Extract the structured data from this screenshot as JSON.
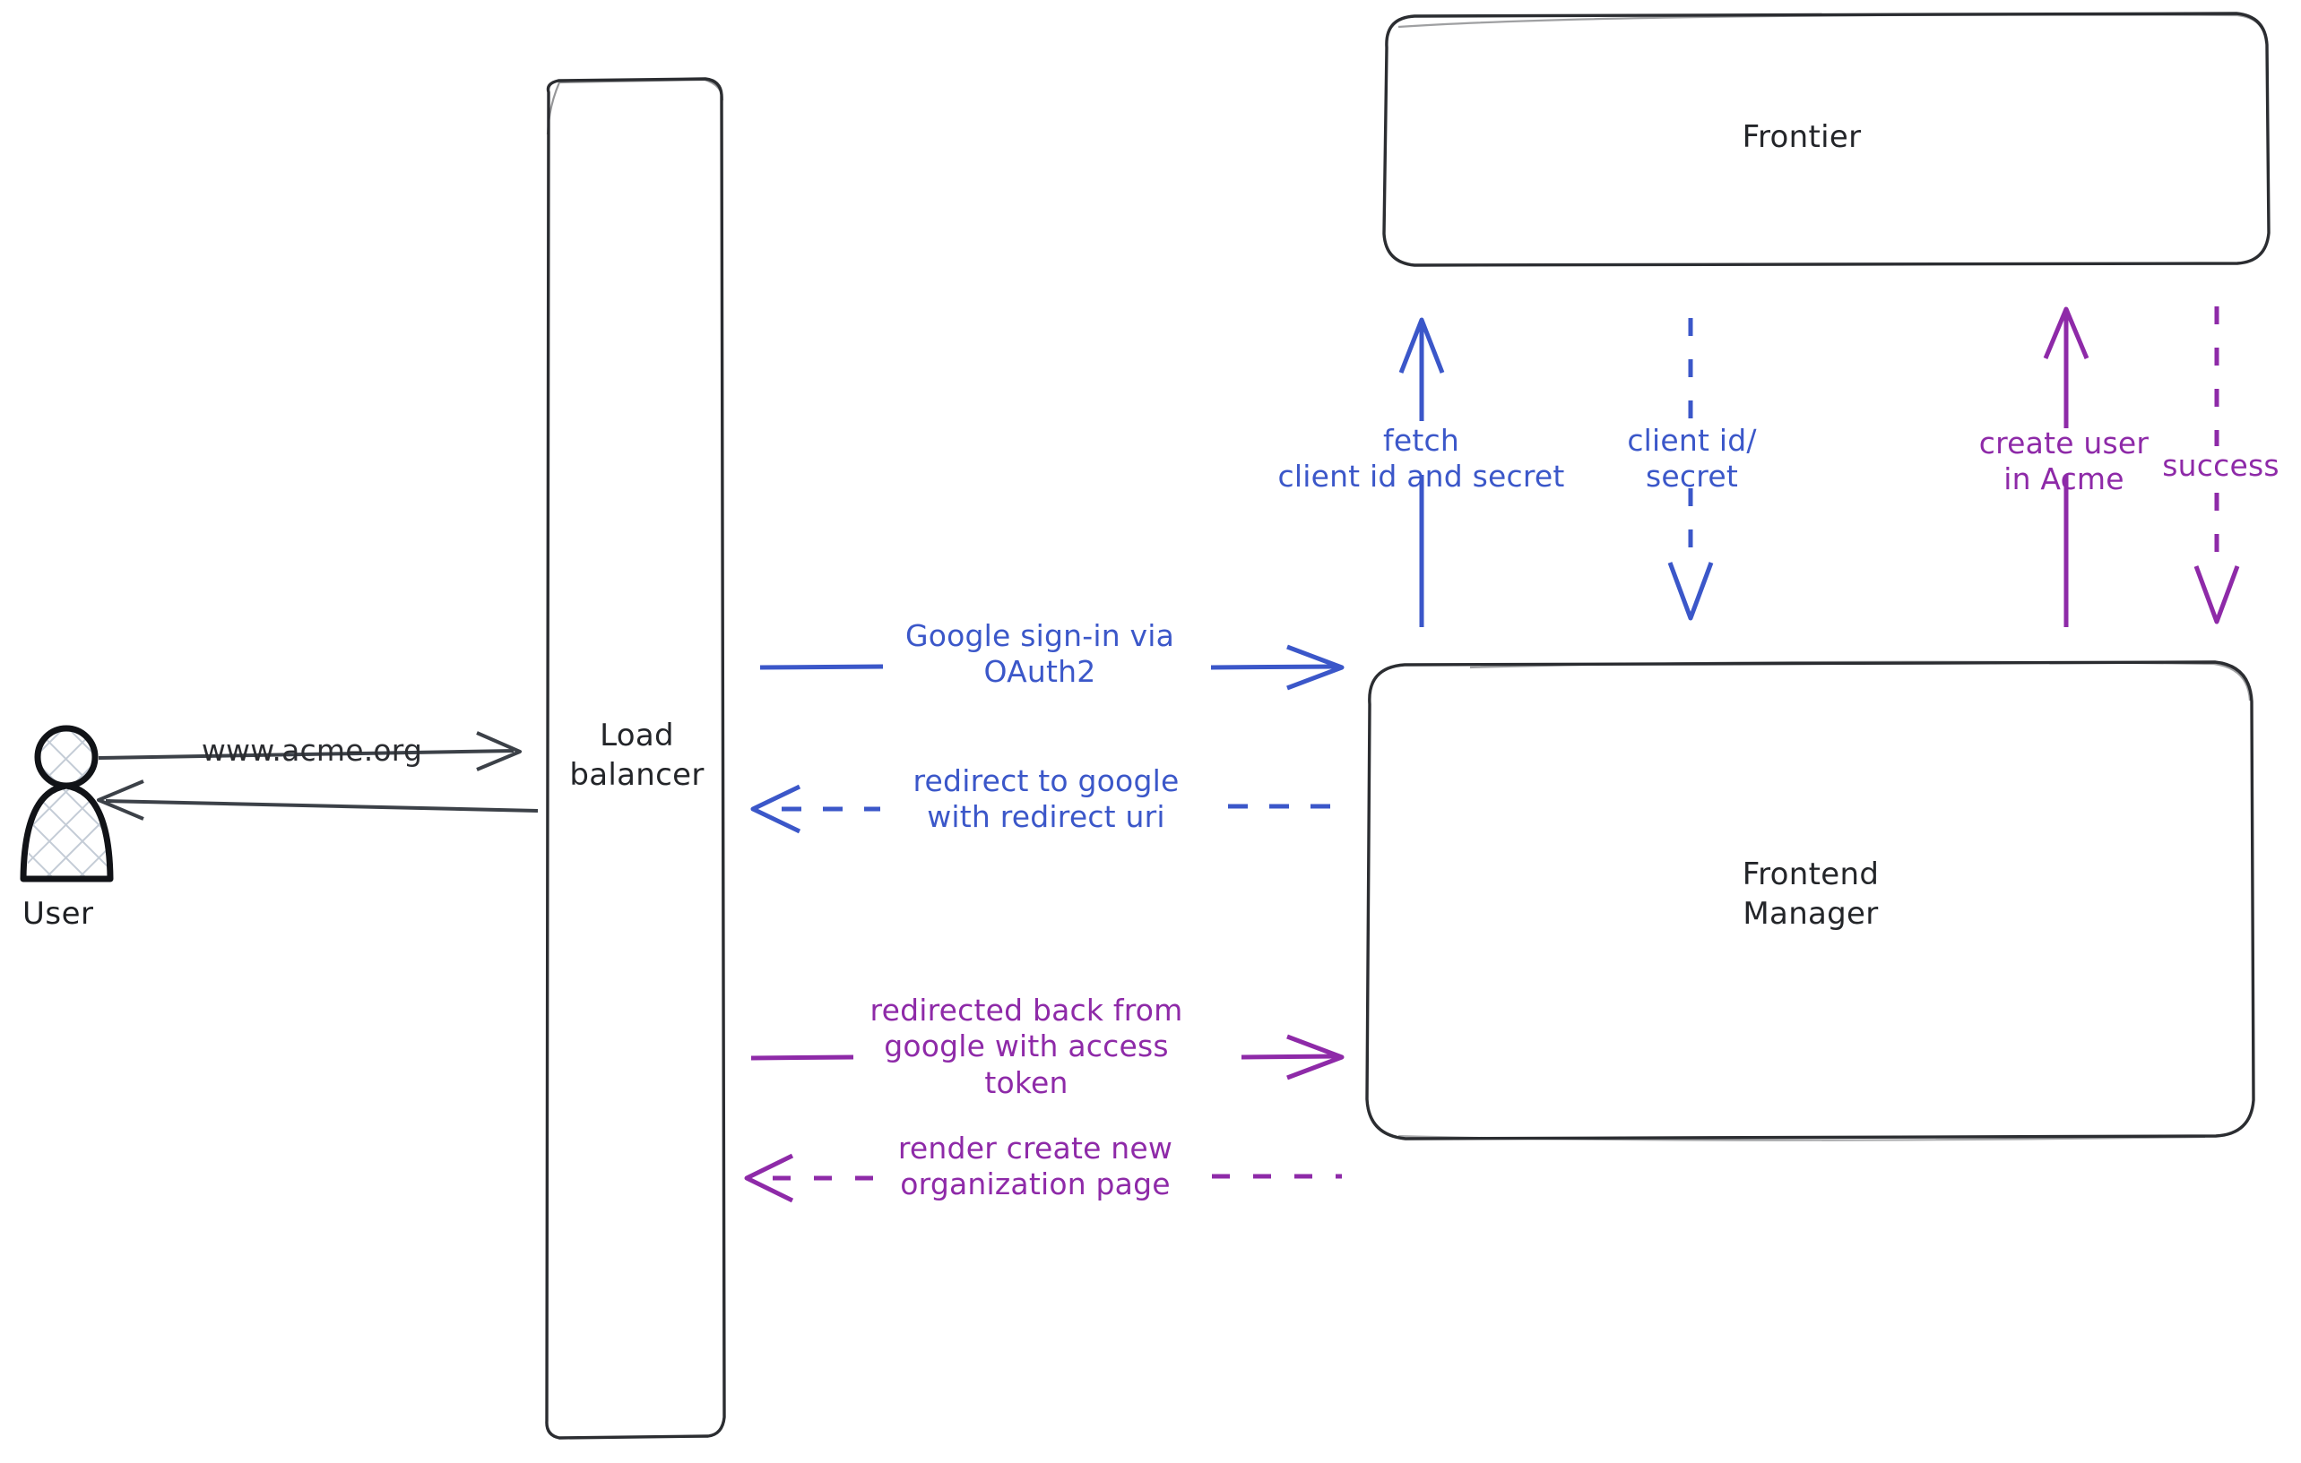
{
  "diagram": {
    "title": "OAuth2 Google sign-in sequence",
    "colors": {
      "blue": "#3b57c9",
      "purple": "#8e2aa8",
      "dark": "#2b2d31",
      "actor_hatch": "#c4ccd6"
    },
    "actors": [
      {
        "id": "user",
        "label": "User",
        "shape": "person",
        "hatched": true
      }
    ],
    "nodes": [
      {
        "id": "load-balancer",
        "label": "Load\nbalancer",
        "shape": "rounded-rect"
      },
      {
        "id": "frontier",
        "label": "Frontier",
        "shape": "rounded-rect"
      },
      {
        "id": "frontend-manager",
        "label": "Frontend\nManager",
        "shape": "rounded-rect"
      }
    ],
    "edges": [
      {
        "id": "user-to-lb",
        "label": "www.acme.org",
        "color": "dark",
        "style": "solid",
        "direction": "right"
      },
      {
        "id": "lb-to-user",
        "label": "",
        "color": "dark",
        "style": "solid",
        "direction": "left"
      },
      {
        "id": "lb-to-fm-signin",
        "label": "Google sign-in via\nOAuth2",
        "color": "blue",
        "style": "solid",
        "direction": "right"
      },
      {
        "id": "fm-to-lb-redirect",
        "label": "redirect to google\nwith redirect uri",
        "color": "blue",
        "style": "dashed",
        "direction": "left"
      },
      {
        "id": "fm-to-frontier-fetch",
        "label": "fetch\nclient id and secret",
        "color": "blue",
        "style": "solid",
        "direction": "up"
      },
      {
        "id": "frontier-to-fm-creds",
        "label": "client id/\nsecret",
        "color": "blue",
        "style": "dashed",
        "direction": "down"
      },
      {
        "id": "lb-to-fm-token",
        "label": "redirected back from\ngoogle with access\ntoken",
        "color": "purple",
        "style": "solid",
        "direction": "right"
      },
      {
        "id": "fm-to-lb-render",
        "label": "render create new\norganization page",
        "color": "purple",
        "style": "dashed",
        "direction": "left"
      },
      {
        "id": "fm-to-frontier-create",
        "label": "create user\nin Acme",
        "color": "purple",
        "style": "solid",
        "direction": "up"
      },
      {
        "id": "frontier-to-fm-success",
        "label": "success",
        "color": "purple",
        "style": "dashed",
        "direction": "down"
      }
    ]
  }
}
